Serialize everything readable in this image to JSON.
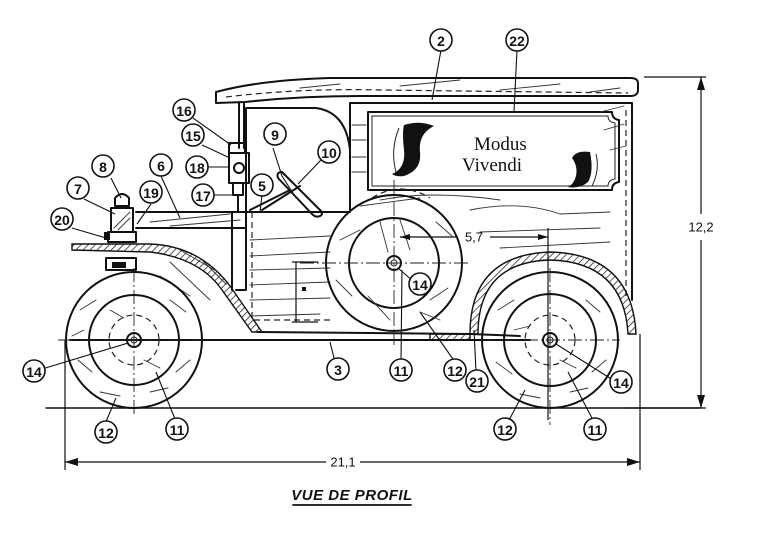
{
  "drawing": {
    "title": "VUE DE PROFIL",
    "subject": "wooden toy delivery van, side profile",
    "sign": {
      "line1": "Modus",
      "line2": "Vivendi",
      "logo_icon": "stylized-double-s-icon"
    },
    "dimensions": {
      "overall_length": "21,1",
      "overall_height": "12,2",
      "wheelbase_offset": "5,7"
    },
    "part_balloons": [
      {
        "id": "b2",
        "number": "2"
      },
      {
        "id": "b22",
        "number": "22"
      },
      {
        "id": "b16",
        "number": "16"
      },
      {
        "id": "b15",
        "number": "15"
      },
      {
        "id": "b18",
        "number": "18"
      },
      {
        "id": "b17",
        "number": "17"
      },
      {
        "id": "b9",
        "number": "9"
      },
      {
        "id": "b10",
        "number": "10"
      },
      {
        "id": "b5",
        "number": "5"
      },
      {
        "id": "b8",
        "number": "8"
      },
      {
        "id": "b6",
        "number": "6"
      },
      {
        "id": "b7",
        "number": "7"
      },
      {
        "id": "b19",
        "number": "19"
      },
      {
        "id": "b20",
        "number": "20"
      },
      {
        "id": "b14a",
        "number": "14"
      },
      {
        "id": "b14b",
        "number": "14"
      },
      {
        "id": "b14c",
        "number": "14"
      },
      {
        "id": "b3",
        "number": "3"
      },
      {
        "id": "b11a",
        "number": "11"
      },
      {
        "id": "b12a",
        "number": "12"
      },
      {
        "id": "b21",
        "number": "21"
      },
      {
        "id": "b12b",
        "number": "12"
      },
      {
        "id": "b11b",
        "number": "11"
      },
      {
        "id": "b12c",
        "number": "12"
      },
      {
        "id": "b11c",
        "number": "11"
      }
    ]
  }
}
